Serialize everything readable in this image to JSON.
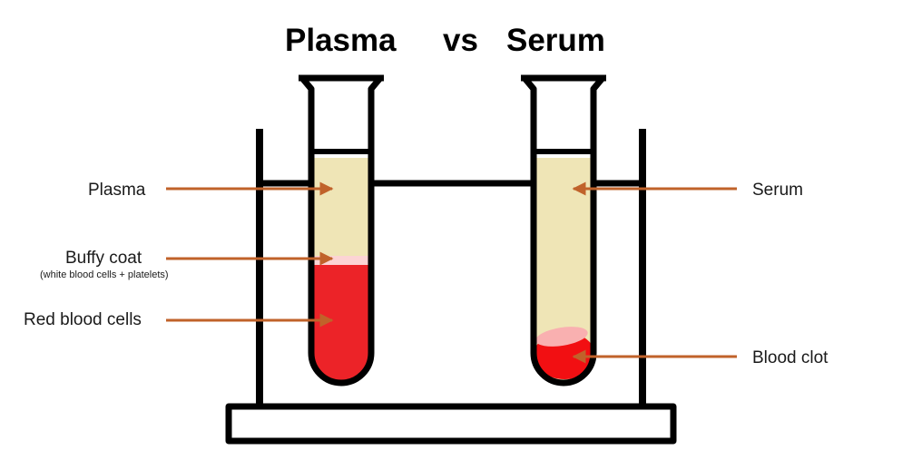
{
  "title": {
    "plasma": "Plasma",
    "vs": "vs",
    "serum": "Serum"
  },
  "labels": {
    "plasma": "Plasma",
    "buffy_coat": "Buffy coat",
    "buffy_coat_note": "(white blood cells + platelets)",
    "red_blood_cells": "Red blood cells",
    "serum": "Serum",
    "blood_clot": "Blood clot"
  },
  "colors": {
    "plasma_fill": "#efe5b6",
    "serum_fill": "#efe5b6",
    "buffy_coat_fill": "#fcd4d4",
    "red_blood_cells_fill": "#ec2328",
    "blood_clot_fill": "#f20f12",
    "blood_clot_highlight": "#f9b0b0",
    "arrow_color": "#c0622a",
    "outline_color": "#000000"
  }
}
